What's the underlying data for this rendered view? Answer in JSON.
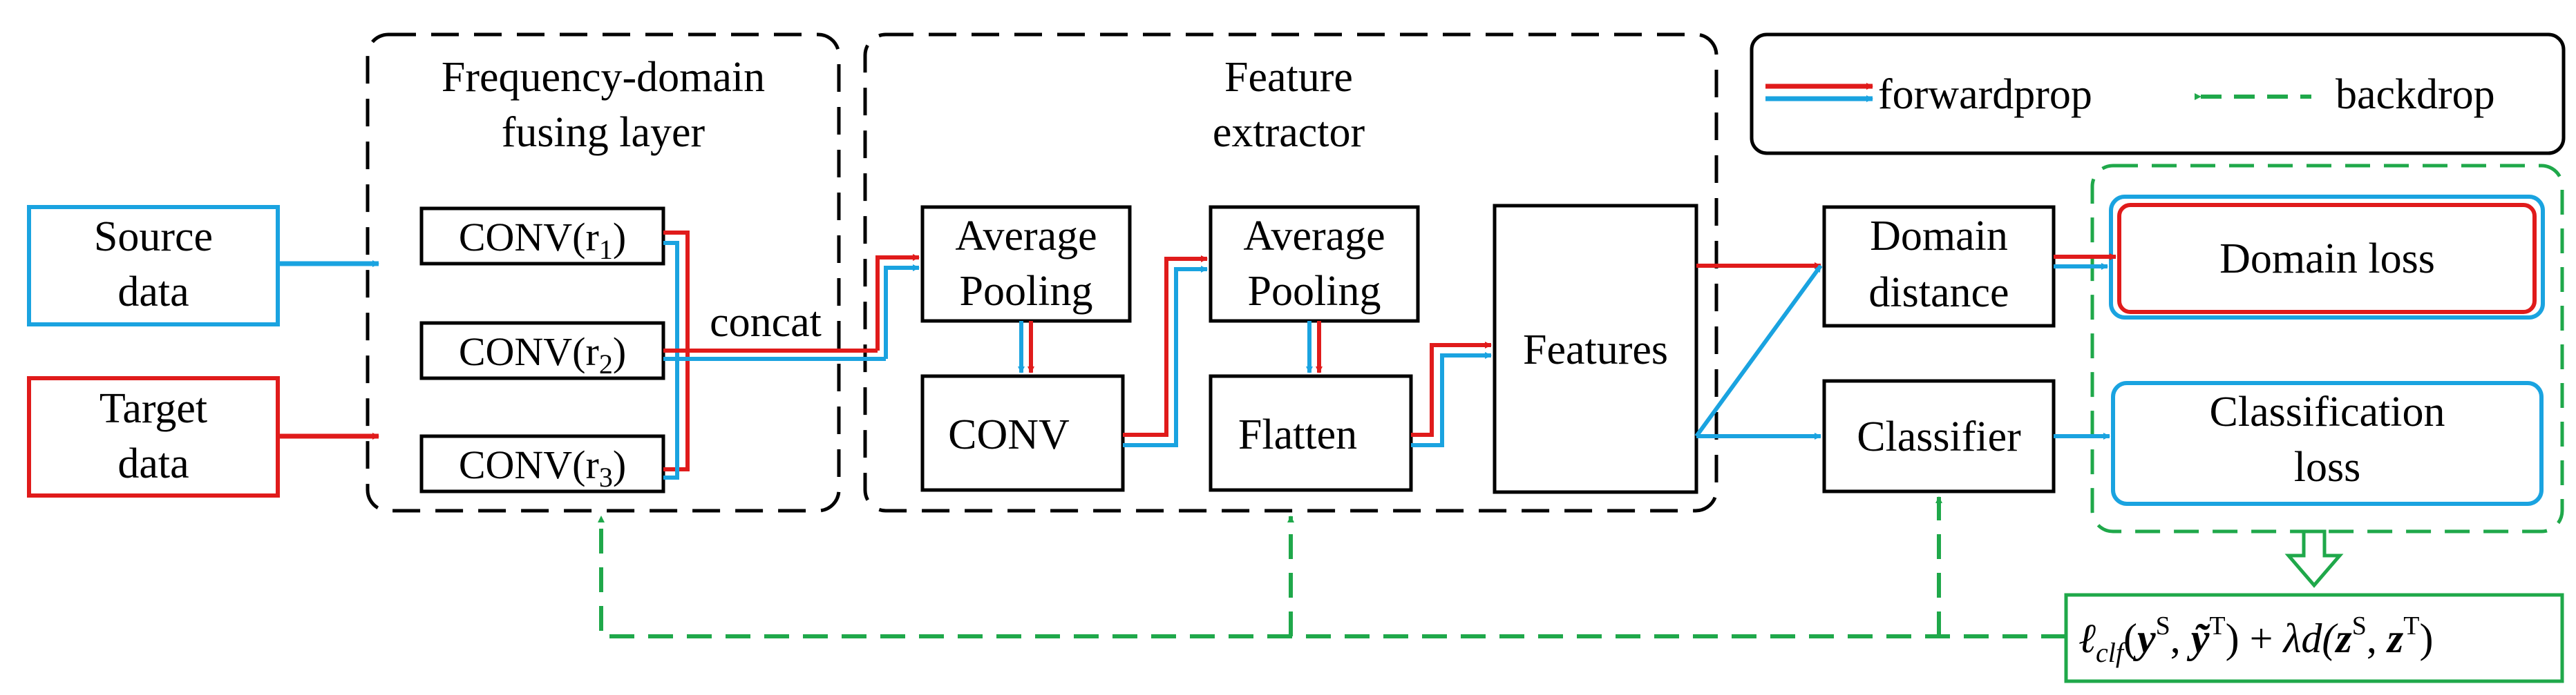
{
  "colors": {
    "source": "#1aa3e0",
    "target": "#e01b1b",
    "backprop": "#1fa84a",
    "outline": "#000000"
  },
  "legend": {
    "forward_label": "forwardprop",
    "backward_label": "backdrop"
  },
  "inputs": {
    "source_line1": "Source",
    "source_line2": "data",
    "target_line1": "Target",
    "target_line2": "data"
  },
  "fusing_layer": {
    "title_line1": "Frequency-domain",
    "title_line2": "fusing layer",
    "conv1": "CONV(r",
    "conv1_sub": "1",
    "conv2": "CONV(r",
    "conv2_sub": "2",
    "conv3": "CONV(r",
    "conv3_sub": "3",
    "close_paren": ")",
    "concat_label": "concat"
  },
  "feature_extractor": {
    "title_line1": "Feature",
    "title_line2": "extractor",
    "avgpool1_line1": "Average",
    "avgpool1_line2": "Pooling",
    "conv": "CONV",
    "avgpool2_line1": "Average",
    "avgpool2_line2": "Pooling",
    "flatten": "Flatten",
    "features": "Features"
  },
  "heads": {
    "domain_distance_line1": "Domain",
    "domain_distance_line2": "distance",
    "classifier": "Classifier"
  },
  "losses": {
    "domain_loss": "Domain loss",
    "classification_loss_line1": "Classification",
    "classification_loss_line2": "loss"
  },
  "objective": {
    "ell": "ℓ",
    "clf_sub": "clf",
    "open": "(",
    "y": "y",
    "S": "S",
    "comma1": ", ",
    "ytilde": "ỹ",
    "T": "T",
    "close_plus": ") + ",
    "lambda_d": "λd(",
    "z": "z",
    "S2": "S",
    "comma2": ", ",
    "z2": "z",
    "T2": "T",
    "close": ")"
  }
}
